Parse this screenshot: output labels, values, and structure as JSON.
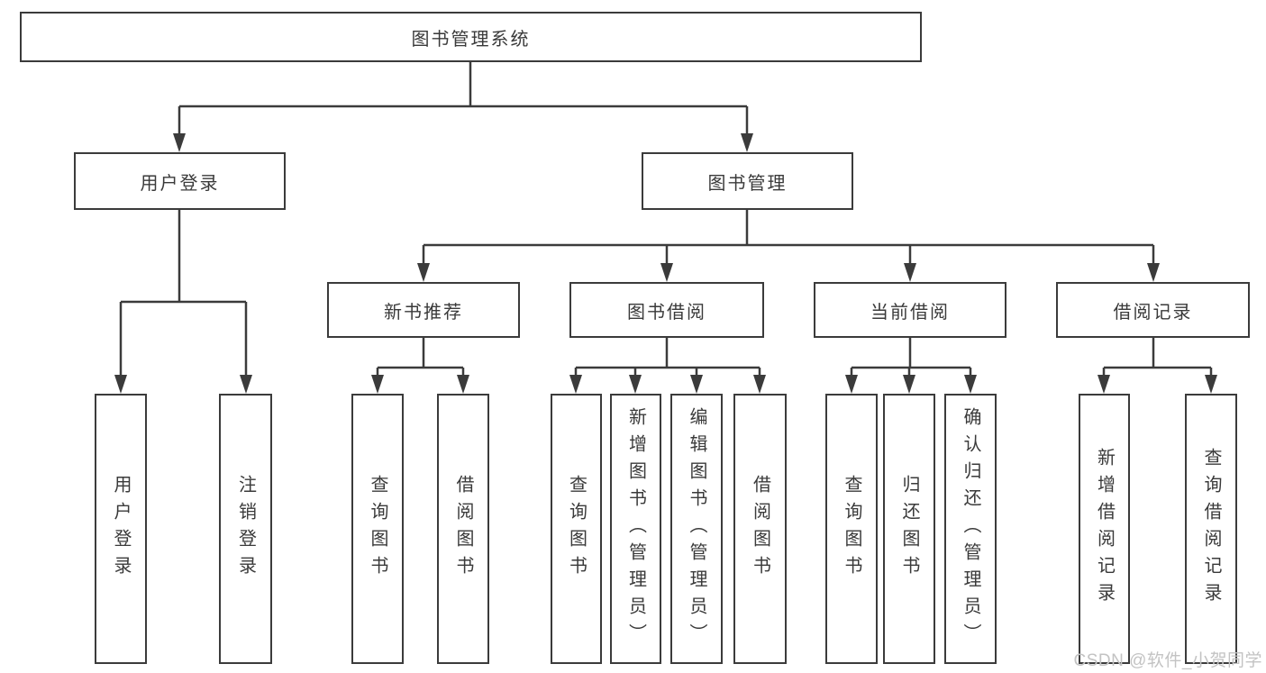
{
  "style": {
    "line_color": "#3b3b3b",
    "text_color": "#3a3a3a",
    "background": "#ffffff",
    "watermark_color": "#c3c3c3"
  },
  "watermark": {
    "text": "CSDN @软件_小贺同学"
  },
  "tree": {
    "label": "图书管理系统",
    "children": [
      {
        "label": "用户登录",
        "children": [
          {
            "label": "用户登录"
          },
          {
            "label": "注销登录"
          }
        ]
      },
      {
        "label": "图书管理",
        "children": [
          {
            "label": "新书推荐",
            "children": [
              {
                "label": "查询图书"
              },
              {
                "label": "借阅图书"
              }
            ]
          },
          {
            "label": "图书借阅",
            "children": [
              {
                "label": "查询图书"
              },
              {
                "label": "新增图书（管理员）"
              },
              {
                "label": "编辑图书（管理员）"
              },
              {
                "label": "借阅图书"
              }
            ]
          },
          {
            "label": "当前借阅",
            "children": [
              {
                "label": "查询图书"
              },
              {
                "label": "归还图书"
              },
              {
                "label": "确认归还（管理员）"
              }
            ]
          },
          {
            "label": "借阅记录",
            "children": [
              {
                "label": "新增借阅记录"
              },
              {
                "label": "查询借阅记录"
              }
            ]
          }
        ]
      }
    ]
  }
}
